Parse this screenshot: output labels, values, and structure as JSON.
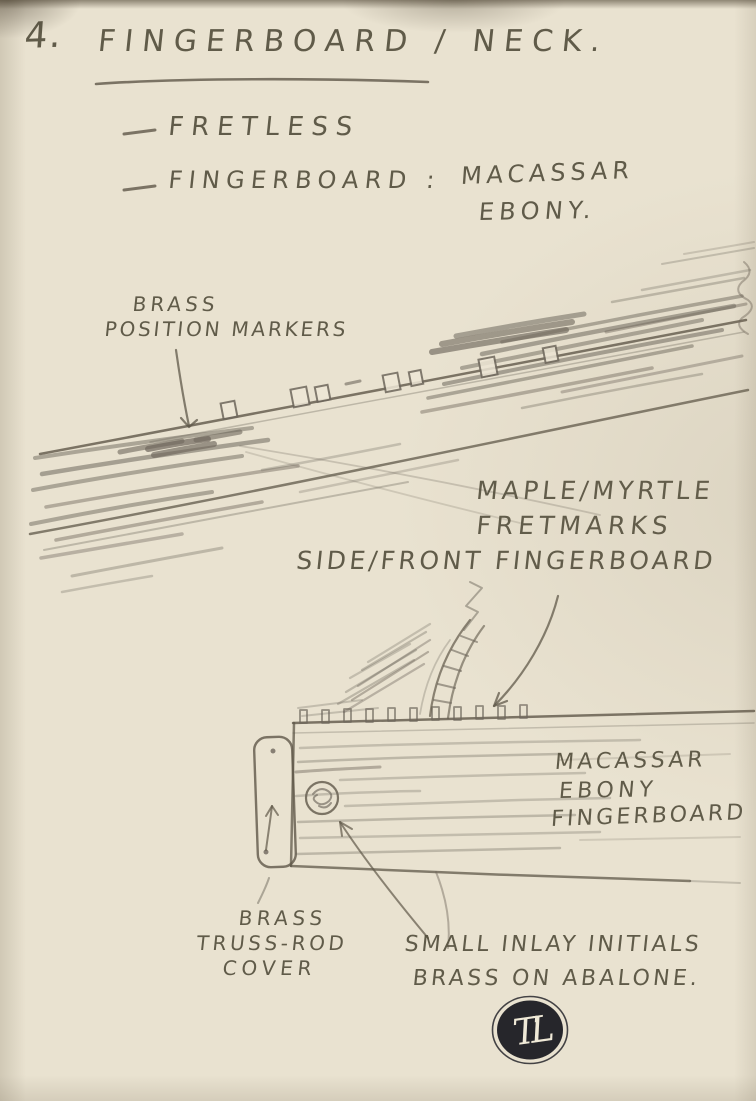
{
  "colors": {
    "paper": "#e9e2d0",
    "pencil": "#6e675c",
    "text": "#55503e",
    "logo_ink": "#26262b"
  },
  "header": {
    "number": "4.",
    "title": "FINGERBOARD / NECK."
  },
  "notes": {
    "fretless": "FRETLESS",
    "fingerboard_label": "FINGERBOARD :",
    "fingerboard_value_line1": "MACASSAR",
    "fingerboard_value_line2": "EBONY."
  },
  "annotations": {
    "position_markers": {
      "line1": "BRASS",
      "line2": "POSITION MARKERS"
    },
    "fretmarks": {
      "line1": "MAPLE/MYRTLE",
      "line2": "FRETMARKS",
      "line3": "SIDE/FRONT FINGERBOARD"
    },
    "board_material": {
      "line1": "MACASSAR",
      "line2": "EBONY",
      "line3": "FINGERBOARD"
    },
    "truss_rod_cover": {
      "line1": "BRASS",
      "line2": "TRUSS-ROD",
      "line3": "COVER"
    },
    "inlay": {
      "line1": "SMALL INLAY INITIALS",
      "line2": "BRASS ON ABALONE."
    }
  },
  "logo": {
    "monogram": "TL"
  }
}
